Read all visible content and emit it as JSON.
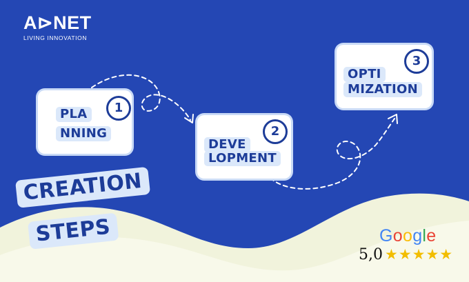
{
  "logo": {
    "brand": "A⊳NET",
    "tagline": "LIVING INNOVATION"
  },
  "steps": [
    {
      "number": "1",
      "line1": "PLA",
      "line2": "NNING"
    },
    {
      "number": "2",
      "line1": "DEVE",
      "line2": "LOPMENT"
    },
    {
      "number": "3",
      "line1": "OPTI",
      "line2": "MIZATION"
    }
  ],
  "heading": {
    "line1": "CREATION",
    "line2": "STEPS"
  },
  "review": {
    "provider_letters": [
      "G",
      "o",
      "o",
      "g",
      "l",
      "e"
    ],
    "provider_colors": [
      "#4285F4",
      "#EA4335",
      "#FBBC05",
      "#4285F4",
      "#34A853",
      "#EA4335"
    ],
    "rating": "5,0",
    "stars": "★★★★★"
  },
  "colors": {
    "background": "#2447b4",
    "accent": "#1d3c98",
    "pill": "#dbe8fa",
    "wave": "#f1f3dc",
    "star": "#f2bd00"
  }
}
